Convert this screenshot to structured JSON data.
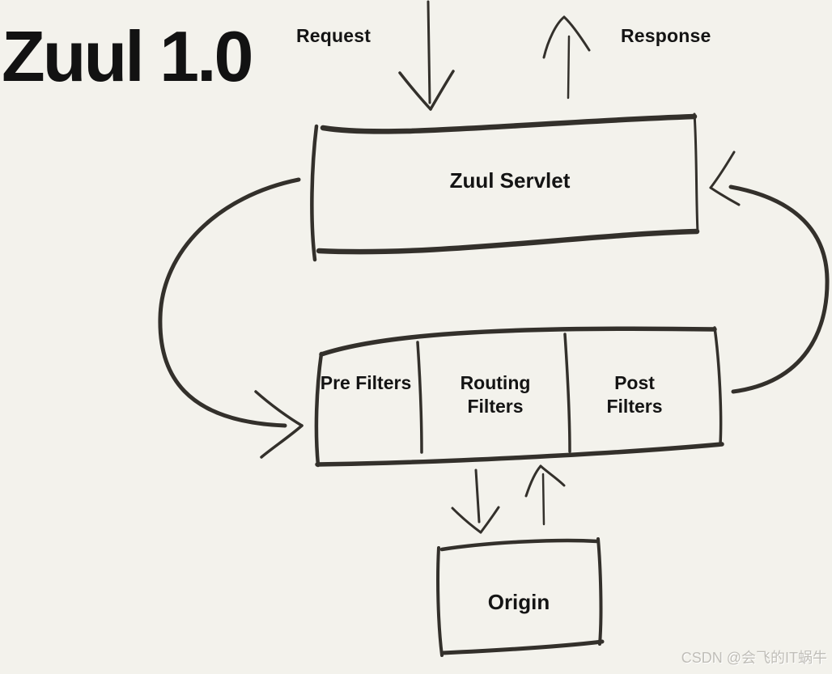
{
  "title": "Zuul 1.0",
  "flow_labels": {
    "request": "Request",
    "response": "Response"
  },
  "nodes": {
    "zuul_servlet": "Zuul Servlet",
    "pre_filters": "Pre Filters",
    "routing_filters": "Routing Filters",
    "post_filters": "Post Filters",
    "origin": "Origin"
  },
  "edges": [
    {
      "from": "request",
      "to": "zuul_servlet",
      "style": "straight-down-arrow"
    },
    {
      "from": "zuul_servlet",
      "to": "response",
      "style": "straight-up-arrow"
    },
    {
      "from": "zuul_servlet",
      "to": "pre_filters",
      "style": "left-loop-arrow"
    },
    {
      "from": "post_filters",
      "to": "zuul_servlet",
      "style": "right-loop-arrow"
    },
    {
      "from": "routing_filters",
      "to": "origin",
      "style": "straight-down-arrow"
    },
    {
      "from": "origin",
      "to": "routing_filters",
      "style": "straight-up-arrow"
    }
  ],
  "watermark": "CSDN @会飞的IT蜗牛",
  "colors": {
    "background": "#f3f2ec",
    "stroke": "#33302b",
    "text": "#141414",
    "watermark": "#c0beb8"
  }
}
